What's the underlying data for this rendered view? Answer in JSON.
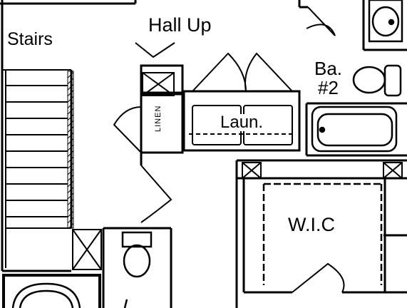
{
  "plan": {
    "title": "",
    "rooms": {
      "stairs": "Stairs",
      "hall": "Hall Up",
      "bath_line1": "Ba.",
      "bath_line2": "#2",
      "laundry": "Laun.",
      "linen": "LINEN",
      "closet": "W.I.C"
    },
    "colors": {
      "line": "#000000",
      "background": "#ffffff"
    }
  }
}
